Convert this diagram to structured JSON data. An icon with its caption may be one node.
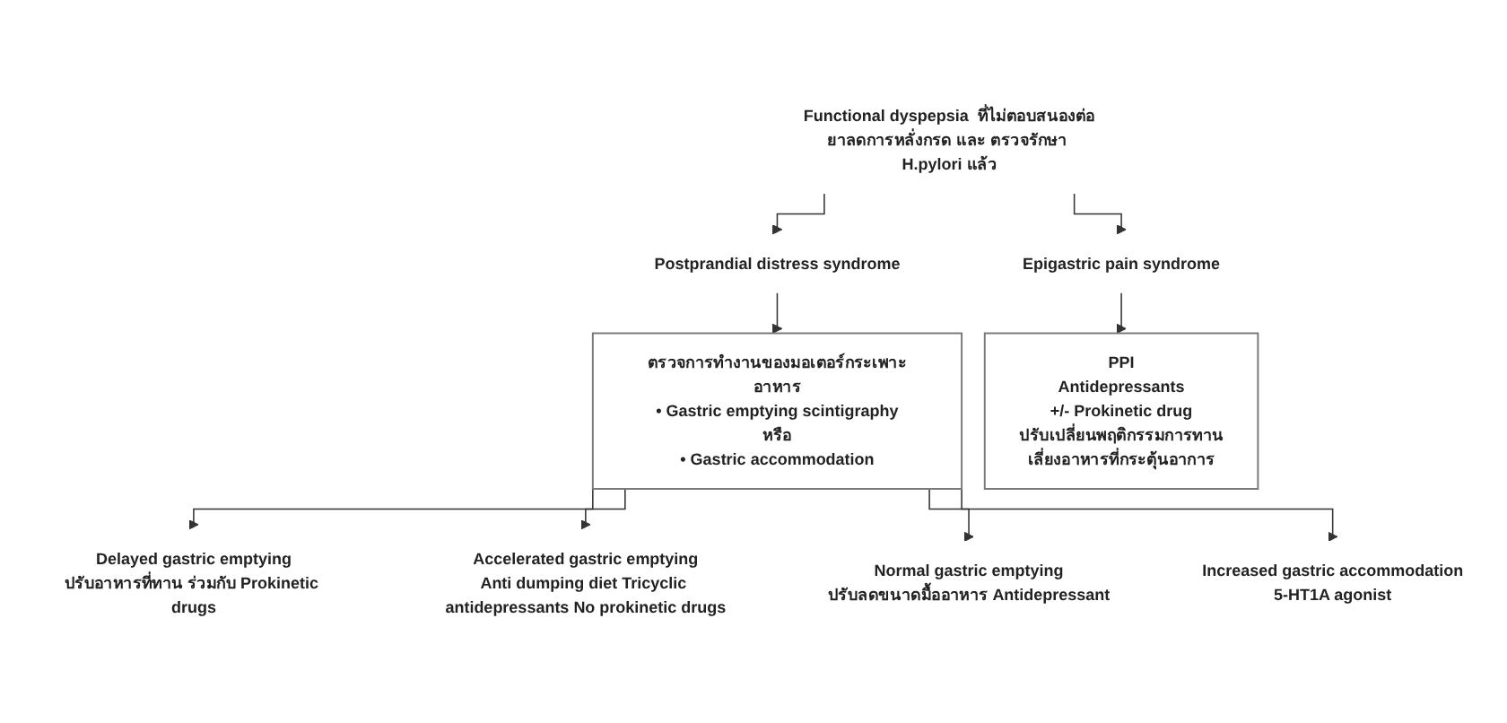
{
  "diagram": {
    "nodes": [
      {
        "text": [
          "Functional dyspepsia  ที่ไม่ตอบสนองต่อยาลดการหลั่งกรด และ ตรวจรักษา H.pylori แล้ว"
        ]
      },
      {
        "text": [
          "Postprandial distress syndrome"
        ]
      },
      {
        "text": [
          "Epigastric pain syndrome"
        ]
      },
      {
        "text": [
          "ตรวจการทำงานของมอเตอร์กระเพาะอาหาร",
          "• Gastric emptying scintigraphy",
          "หรือ",
          "• Gastric accommodation"
        ]
      },
      {
        "text": [
          "PPI",
          "Antidepressants",
          "+/- Prokinetic drug",
          "ปรับเปลี่ยนพฤติกรรมการทาน",
          "เลี่ยงอาหารที่กระตุ้นอาการ"
        ]
      },
      {
        "text": [
          "Delayed gastric emptying",
          "ปรับอาหารที่ทาน ร่วมกับ Prokinetic drugs"
        ]
      },
      {
        "text": [
          "Accelerated gastric emptying",
          "Anti dumping diet Tricyclic antidepressants No prokinetic drugs"
        ]
      },
      {
        "text": [
          "Normal gastric emptying",
          "ปรับลดขนาดมื้ออาหาร Antidepressant"
        ]
      },
      {
        "text": [
          "Increased gastric accommodation",
          "5-HT1A agonist"
        ]
      }
    ],
    "edges": [
      {
        "from": 0,
        "to": 1,
        "arrow": "to"
      },
      {
        "from": 0,
        "to": 2,
        "arrow": "to"
      },
      {
        "from": 1,
        "to": 3,
        "arrow": "to"
      },
      {
        "from": 2,
        "to": 4,
        "arrow": "to"
      },
      {
        "from": 3,
        "to": 5,
        "arrow": "to"
      },
      {
        "from": 3,
        "to": 6,
        "arrow": "to"
      },
      {
        "from": 3,
        "to": 7,
        "arrow": "to"
      },
      {
        "from": 3,
        "to": 8,
        "arrow": "to"
      }
    ]
  }
}
